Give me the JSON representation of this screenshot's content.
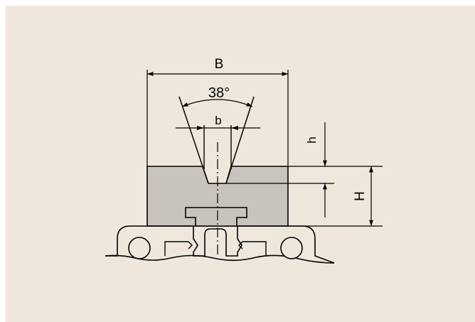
{
  "colors": {
    "background": "#efe6dc",
    "block_fill": "#c9c3bd",
    "line": "#000000"
  },
  "labels": {
    "width_B": "B",
    "groove_angle": "38°",
    "groove_width_b": "b",
    "groove_depth_h": "h",
    "block_height_H": "H"
  }
}
